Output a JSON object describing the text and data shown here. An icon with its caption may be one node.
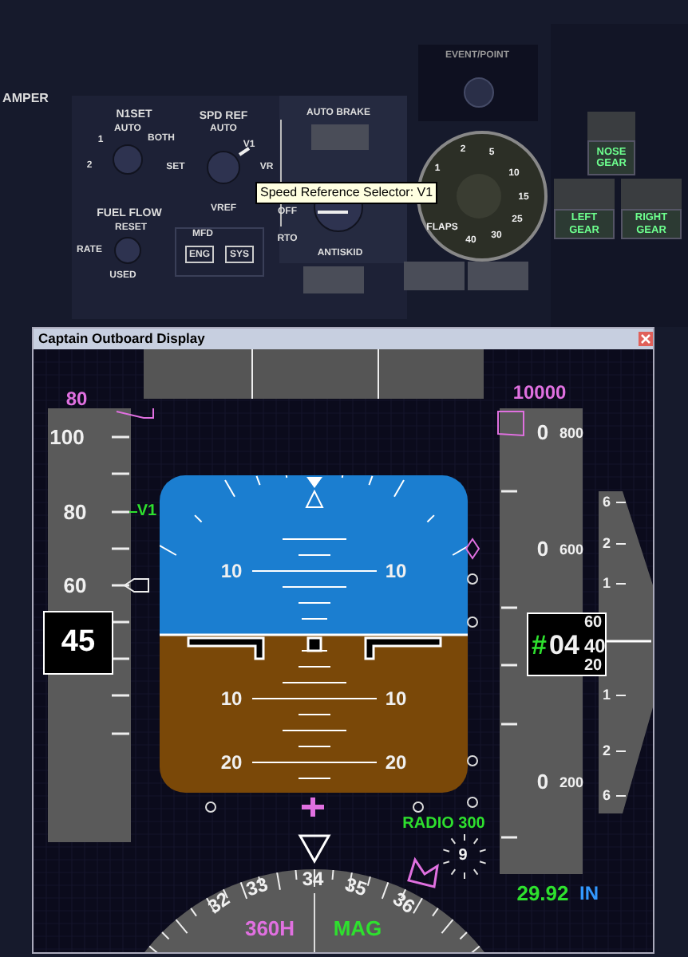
{
  "diagram": {
    "nodes": [
      {
        "text": [
          "Speed Reference Selector: V1"
        ]
      },
      {
        "text": [
          "ENG"
        ]
      },
      {
        "text": [
          "SYS"
        ]
      },
      {
        "text": [
          "NOSE GEAR"
        ]
      },
      {
        "text": [
          "LEFT GEAR"
        ]
      },
      {
        "text": [
          "RIGHT GEAR"
        ]
      },
      {
        "text": [
          "Captain Outboard Display"
        ]
      },
      {
        "text": [
          "45"
        ],
        "in": 6
      },
      {
        "text": [
          "#",
          "04",
          "60",
          "40",
          "20"
        ],
        "in": 6
      }
    ],
    "labels": [
      "AMPER",
      "N1SET",
      "AUTO",
      "BOTH",
      "1",
      "2",
      "SPD REF",
      "AUTO",
      "V1",
      "VR",
      "SET",
      "VREF",
      "FUEL FLOW",
      "RESET",
      "RATE",
      "USED",
      "MFD",
      "AUTO BRAKE",
      "OFF",
      "RTO",
      "ANTISKID",
      "EVENT/POINT",
      "1",
      "2",
      "5",
      "10",
      "15",
      "25",
      "30",
      "40",
      "FLAPS",
      "80",
      "10000",
      "100",
      "80",
      "V1",
      "60",
      "10",
      "10",
      "10",
      "10",
      "20",
      "20",
      "0",
      "800",
      "0",
      "600",
      "0",
      "200",
      "6",
      "2",
      "1",
      "1",
      "2",
      "6",
      "RADIO 300",
      "9",
      "29.92",
      "IN",
      "32",
      "33",
      "34",
      "35",
      "36",
      "360H",
      "MAG"
    ]
  }
}
